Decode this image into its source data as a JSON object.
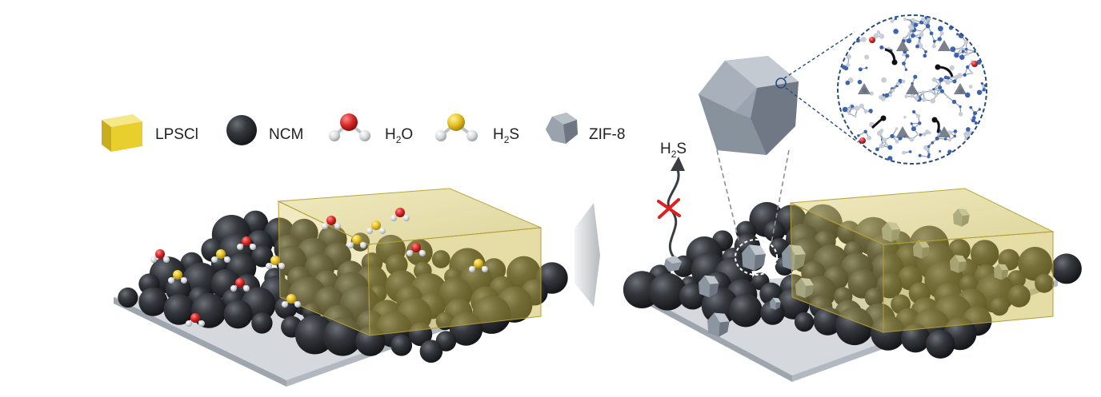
{
  "legend": {
    "items": [
      {
        "id": "lpscl",
        "label": "LPSCl",
        "icon": "yellow-cube-icon",
        "color": "#e8cf2e"
      },
      {
        "id": "ncm",
        "label": "NCM",
        "icon": "dark-sphere-icon",
        "color": "#2e3136"
      },
      {
        "id": "h2o",
        "label_main": "H",
        "label_sub": "2",
        "label_tail": "O",
        "icon": "water-molecule-icon",
        "color": "#d92a2a"
      },
      {
        "id": "h2s",
        "label_main": "H",
        "label_sub": "2",
        "label_tail": "S",
        "icon": "h2s-molecule-icon",
        "color": "#e8c224"
      },
      {
        "id": "zif8",
        "label": "ZIF-8",
        "icon": "polyhedron-icon",
        "color": "#8c96a0"
      }
    ]
  },
  "right_panel": {
    "gas_label": {
      "main": "H",
      "sub": "2",
      "tail": "S"
    },
    "blocked_icon": "red-x-icon",
    "blocked_color": "#e02020"
  },
  "colors": {
    "electrolyte_box": "#d8c44a",
    "substrate": "#c7ccd2",
    "arrow": "#c9cbcd",
    "zoom_circle": "#2b4d7e"
  }
}
